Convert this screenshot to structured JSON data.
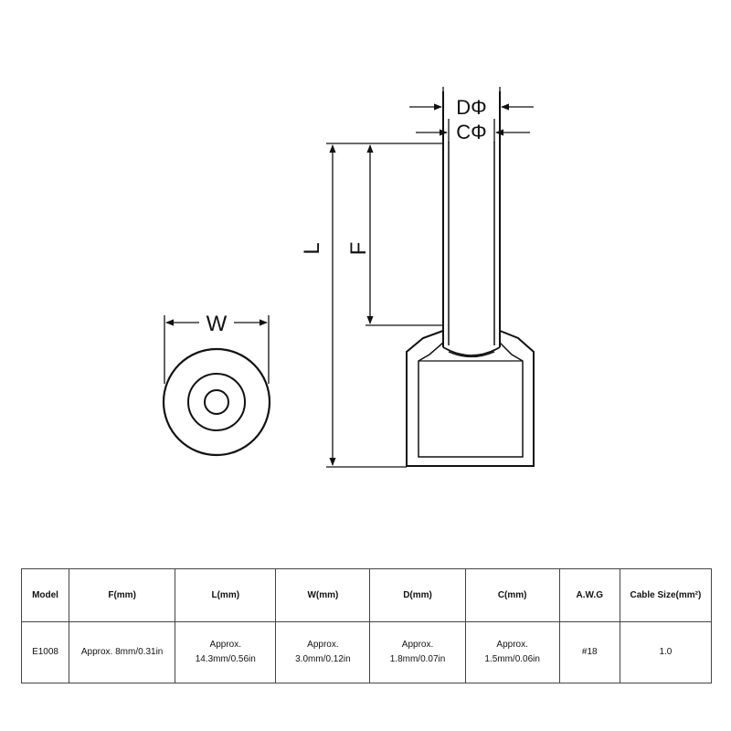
{
  "diagram": {
    "labels": {
      "d_phi": "DΦ",
      "c_phi": "CΦ",
      "length": "L",
      "f_length": "F",
      "width": "W"
    }
  },
  "table": {
    "headers": [
      "Model",
      "F(mm)",
      "L(mm)",
      "W(mm)",
      "D(mm)",
      "C(mm)",
      "A.W.G",
      "Cable Size(mm²)"
    ],
    "row": {
      "model": "E1008",
      "f": "Approx. 8mm/0.31in",
      "l": [
        "Approx.",
        "14.3mm/0.56in"
      ],
      "w": [
        "Approx.",
        "3.0mm/0.12in"
      ],
      "d": [
        "Approx.",
        "1.8mm/0.07in"
      ],
      "c": [
        "Approx.",
        "1.5mm/0.06in"
      ],
      "awg": "#18",
      "cable_size": "1.0"
    }
  }
}
